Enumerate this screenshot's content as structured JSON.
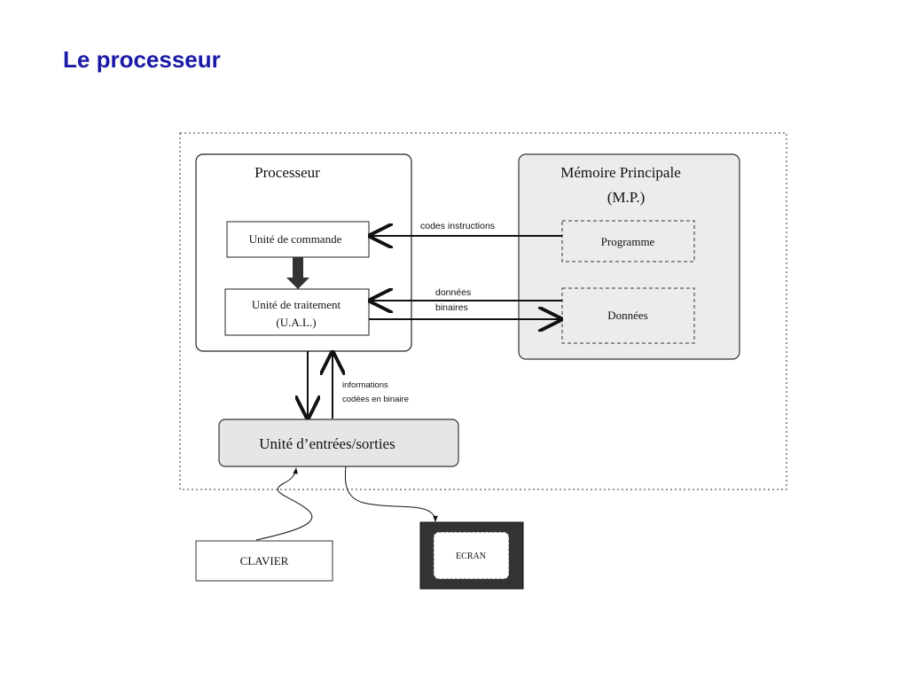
{
  "slide": {
    "title": "Le processeur"
  },
  "diagram": {
    "processor": {
      "title": "Processeur",
      "control_unit": "Unité de commande",
      "processing_unit_line1": "Unité de traitement",
      "processing_unit_line2": "(U.A.L.)"
    },
    "memory": {
      "title_line1": "Mémoire Principale",
      "title_line2": "(M.P.)",
      "program": "Programme",
      "data": "Données"
    },
    "arrows": {
      "codes_instructions": "codes instructions",
      "binary_data_line1": "données",
      "binary_data_line2": "binaires",
      "binary_info_line1": "informations",
      "binary_info_line2": "codées en binaire"
    },
    "io_unit": "Unité d’entrées/sorties",
    "keyboard": "CLAVIER",
    "screen": "ECRAN"
  }
}
